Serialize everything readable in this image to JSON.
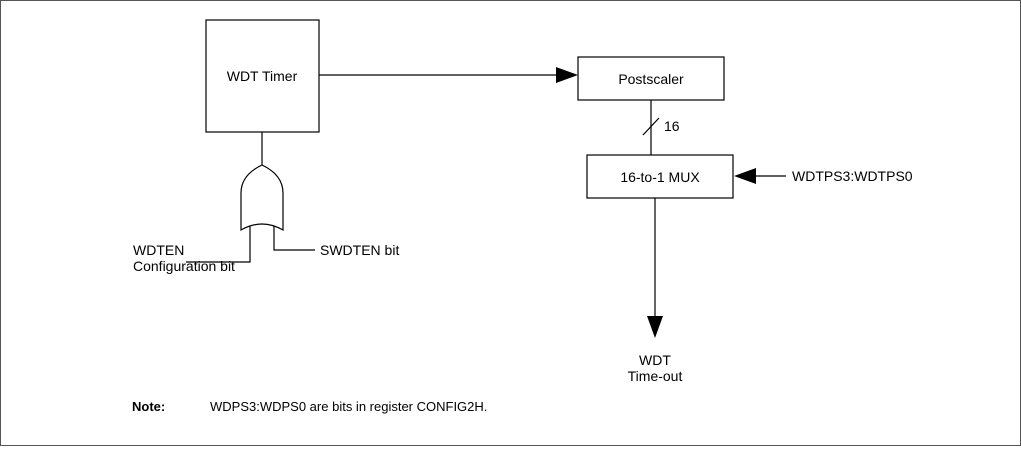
{
  "blocks": {
    "wdt_timer": "WDT Timer",
    "postscaler": "Postscaler",
    "mux": "16-to-1 MUX"
  },
  "bus_width": "16",
  "inputs": {
    "wdten_line1": "WDTEN",
    "wdten_line2": "Configuration bit",
    "swdten": "SWDTEN bit",
    "select": "WDTPS3:WDTPS0"
  },
  "output": {
    "line1": "WDT",
    "line2": "Time-out"
  },
  "note": {
    "label": "Note:",
    "text": "WDPS3:WDPS0 are bits in register CONFIG2H."
  },
  "colors": {
    "line": "#000000",
    "frame": "#555555",
    "background": "#ffffff"
  },
  "icons": [
    "or-gate-symbol",
    "arrowhead"
  ]
}
